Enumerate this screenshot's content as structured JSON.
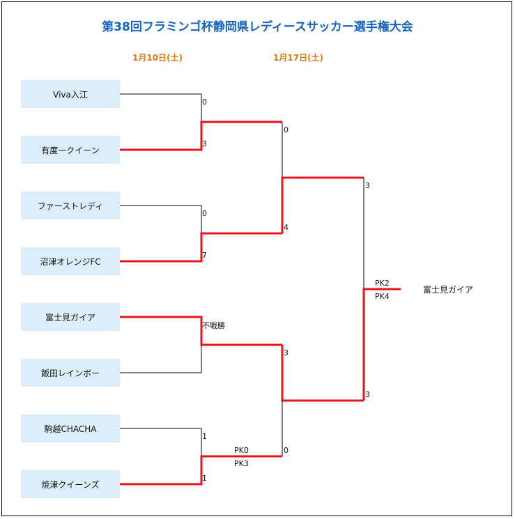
{
  "title": "第38回フラミンゴ杯静岡県レディースサッカー選手権大会",
  "dates": {
    "round1": "1月10日(土)",
    "round2": "1月17日(土)"
  },
  "teams": [
    "Viva入江",
    "有度一クイーン",
    "ファーストレディ",
    "沼津オレンジFC",
    "富士見ガイア",
    "飯田レインボー",
    "駒越CHACHA",
    "焼津クイーンズ"
  ],
  "round1_scores": {
    "m1_top": "0",
    "m1_bottom": "3",
    "m2_top": "0",
    "m2_bottom": "7",
    "m3_note": "不戦勝",
    "m4_top": "1",
    "m4_bottom": "1",
    "m4_pk_top": "PK0",
    "m4_pk_bottom": "PK3"
  },
  "semi_scores": {
    "s1_top": "0",
    "s1_bottom": "4",
    "s2_top": "3",
    "s2_bottom": "0"
  },
  "final_scores": {
    "top": "3",
    "bottom": "3",
    "pk_top": "PK2",
    "pk_bottom": "PK4"
  },
  "champion": "富士見ガイア"
}
